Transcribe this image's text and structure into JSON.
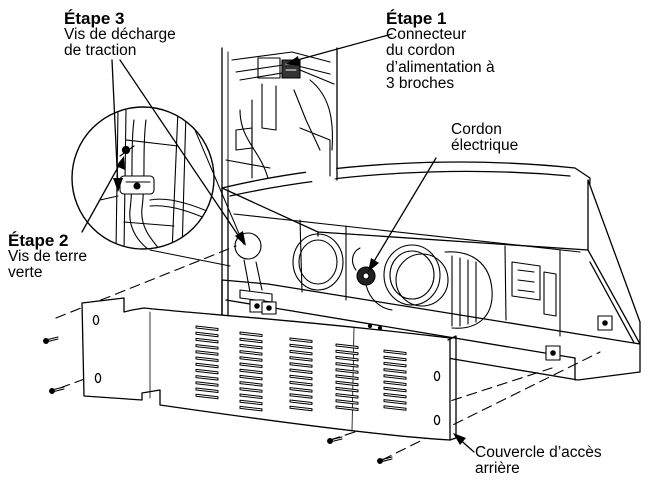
{
  "labels": {
    "step3": {
      "title": "Étape 3",
      "lines": [
        "Vis de décharge",
        "de traction"
      ]
    },
    "step1": {
      "title": "Étape 1",
      "lines": [
        "Connecteur",
        "du cordon",
        "d’alimentation à",
        "3 broches"
      ]
    },
    "cord": {
      "lines": [
        "Cordon",
        "électrique"
      ]
    },
    "step2": {
      "title": "Étape 2",
      "lines": [
        "Vis de terre",
        "verte"
      ]
    },
    "cover": {
      "lines": [
        "Couvercle d’accès",
        "arrière"
      ]
    }
  }
}
